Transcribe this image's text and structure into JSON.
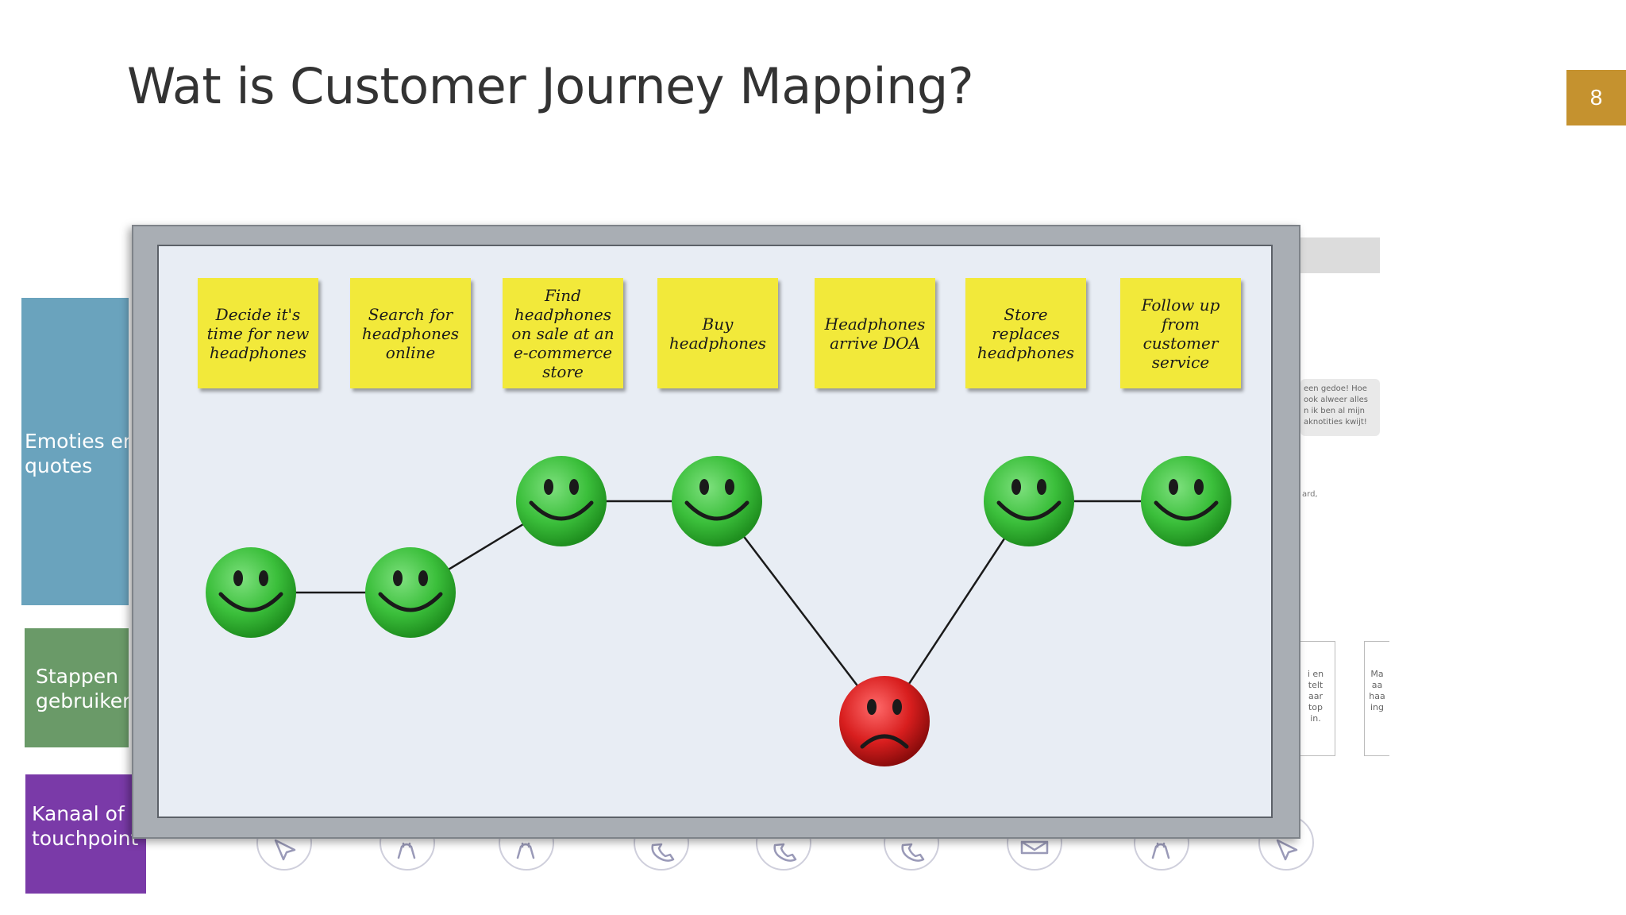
{
  "slide": {
    "title": "Wat is Customer Journey Mapping?",
    "page_number": "8",
    "accent_color": "#c5922f"
  },
  "background_slide": {
    "labels": [
      {
        "text": "Emoties en\nquotes",
        "color": "#6aa3bd"
      },
      {
        "text": "Stappen\ngebruiker",
        "color": "#6a9a68"
      },
      {
        "text": "Kanaal of\ntouchpoint",
        "color": "#7a3aa8"
      }
    ],
    "callout_text": "een gedoe! Hoe\nook alweer alles\nn ik ben al mijn\naknotities kwijt!",
    "fragment_text": "ard,",
    "boxes": [
      "i en\ntelt\naar\ntop\nin.",
      "Ma\naa\nhaa\ning"
    ],
    "touchpoint_icons": [
      "cursor-icon",
      "person-icon",
      "person-icon",
      "phone-icon",
      "phone-icon",
      "phone-icon",
      "mail-icon",
      "person-icon",
      "cursor-icon"
    ]
  },
  "journey": {
    "steps": [
      {
        "label": "Decide it's time for new headphones",
        "emotion": "happy",
        "level": 1
      },
      {
        "label": "Search for headphones online",
        "emotion": "happy",
        "level": 1
      },
      {
        "label": "Find headphones on sale at an e-commerce store",
        "emotion": "happy",
        "level": 2
      },
      {
        "label": "Buy headphones",
        "emotion": "happy",
        "level": 2
      },
      {
        "label": "Headphones arrive DOA",
        "emotion": "sad",
        "level": 0
      },
      {
        "label": "Store replaces headphones",
        "emotion": "happy",
        "level": 2
      },
      {
        "label": "Follow up from customer service",
        "emotion": "happy",
        "level": 2
      }
    ],
    "colors": {
      "sticky": "#f2e93a",
      "happy": "#3bbf3b",
      "sad": "#d81e1e"
    }
  }
}
